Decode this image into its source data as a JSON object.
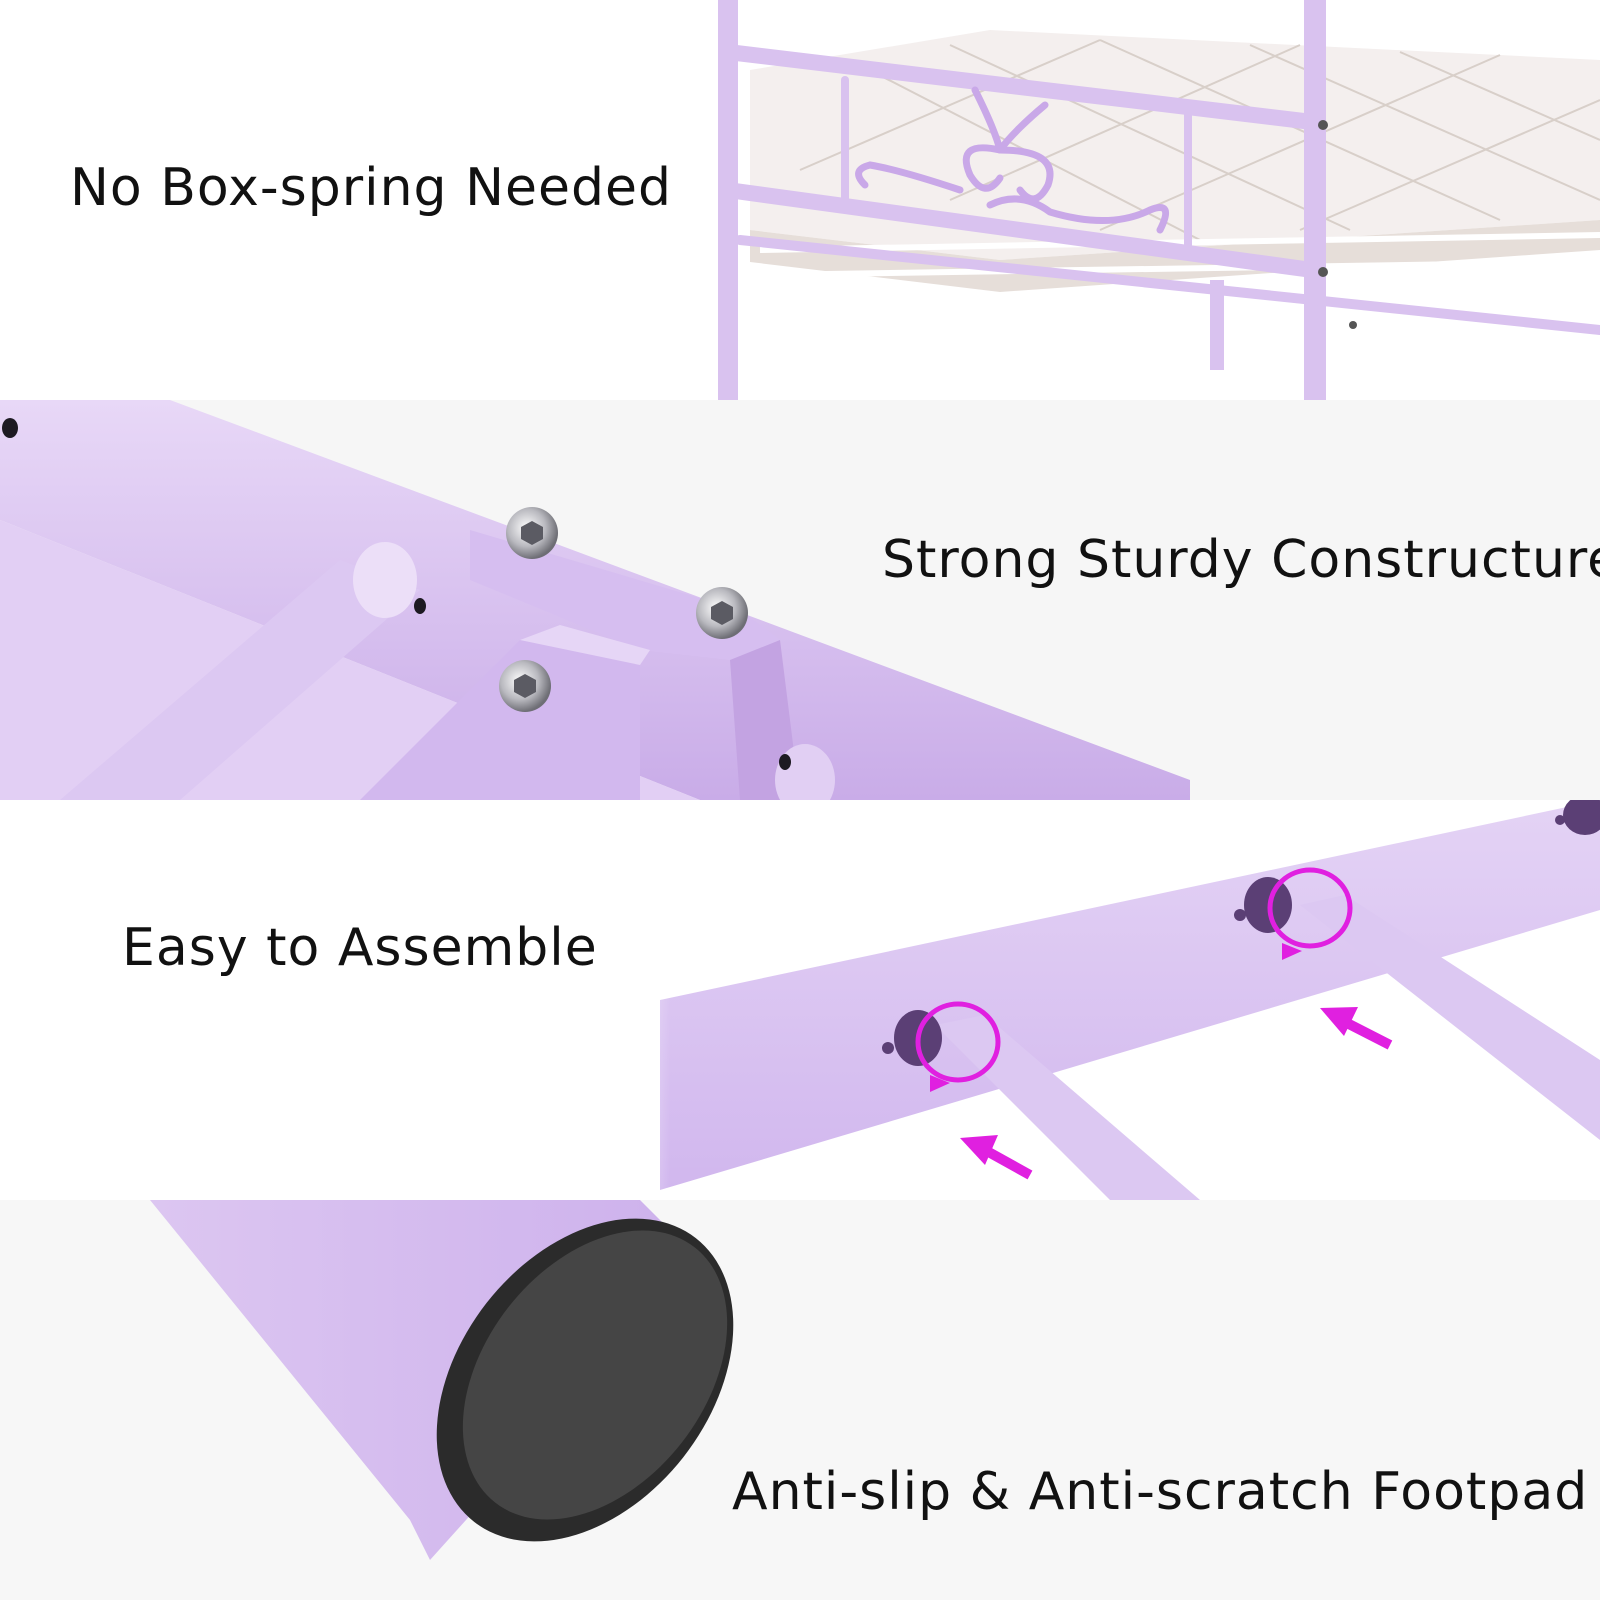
{
  "features": [
    {
      "caption": "No Box-spring Needed"
    },
    {
      "caption": "Strong Sturdy Constructure"
    },
    {
      "caption": "Easy to Assemble"
    },
    {
      "caption": "Anti-slip & Anti-scratch Footpad"
    }
  ],
  "colors": {
    "frame_lavender": "#d9c2ef",
    "frame_shadow": "#bda0de",
    "accent_magenta": "#e020e0",
    "footpad_black": "#2b2b2b",
    "mattress_white": "#f4efee"
  },
  "icons": [
    "bed-frame-illustration",
    "bolt-joint-illustration",
    "rotation-arrow-icon",
    "insert-arrow-icon",
    "footpad-illustration"
  ]
}
